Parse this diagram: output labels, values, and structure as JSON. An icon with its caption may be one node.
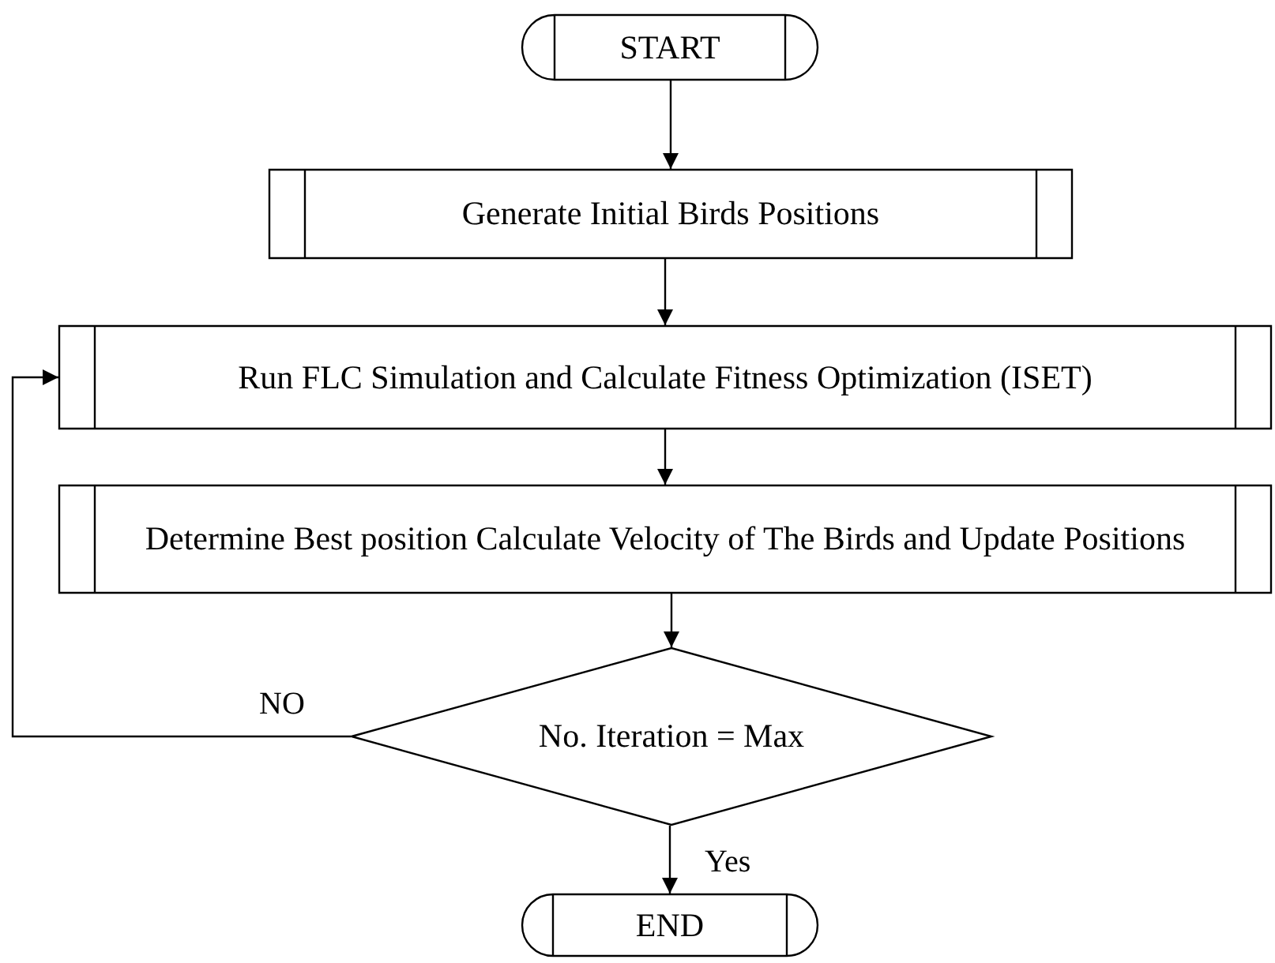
{
  "diagram": {
    "nodes": [
      {
        "text": [
          "START"
        ]
      },
      {
        "text": [
          "Generate Initial Birds Positions"
        ]
      },
      {
        "text": [
          "Run FLC Simulation and Calculate Fitness Optimization (ISET)"
        ]
      },
      {
        "text": [
          "Determine Best position Calculate Velocity of  The Birds and Update Positions"
        ]
      },
      {
        "text": [
          "No. Iteration = Max"
        ]
      },
      {
        "text": [
          "END"
        ]
      }
    ],
    "edges": [
      {
        "from": 0,
        "to": 1,
        "arrow": "to"
      },
      {
        "from": 1,
        "to": 2,
        "arrow": "to"
      },
      {
        "from": 2,
        "to": 3,
        "arrow": "to"
      },
      {
        "from": 3,
        "to": 4,
        "arrow": "to"
      },
      {
        "from": 4,
        "to": 2,
        "label": "NO",
        "arrow": "to"
      },
      {
        "from": 4,
        "to": 5,
        "label": "Yes",
        "arrow": "to"
      }
    ]
  }
}
